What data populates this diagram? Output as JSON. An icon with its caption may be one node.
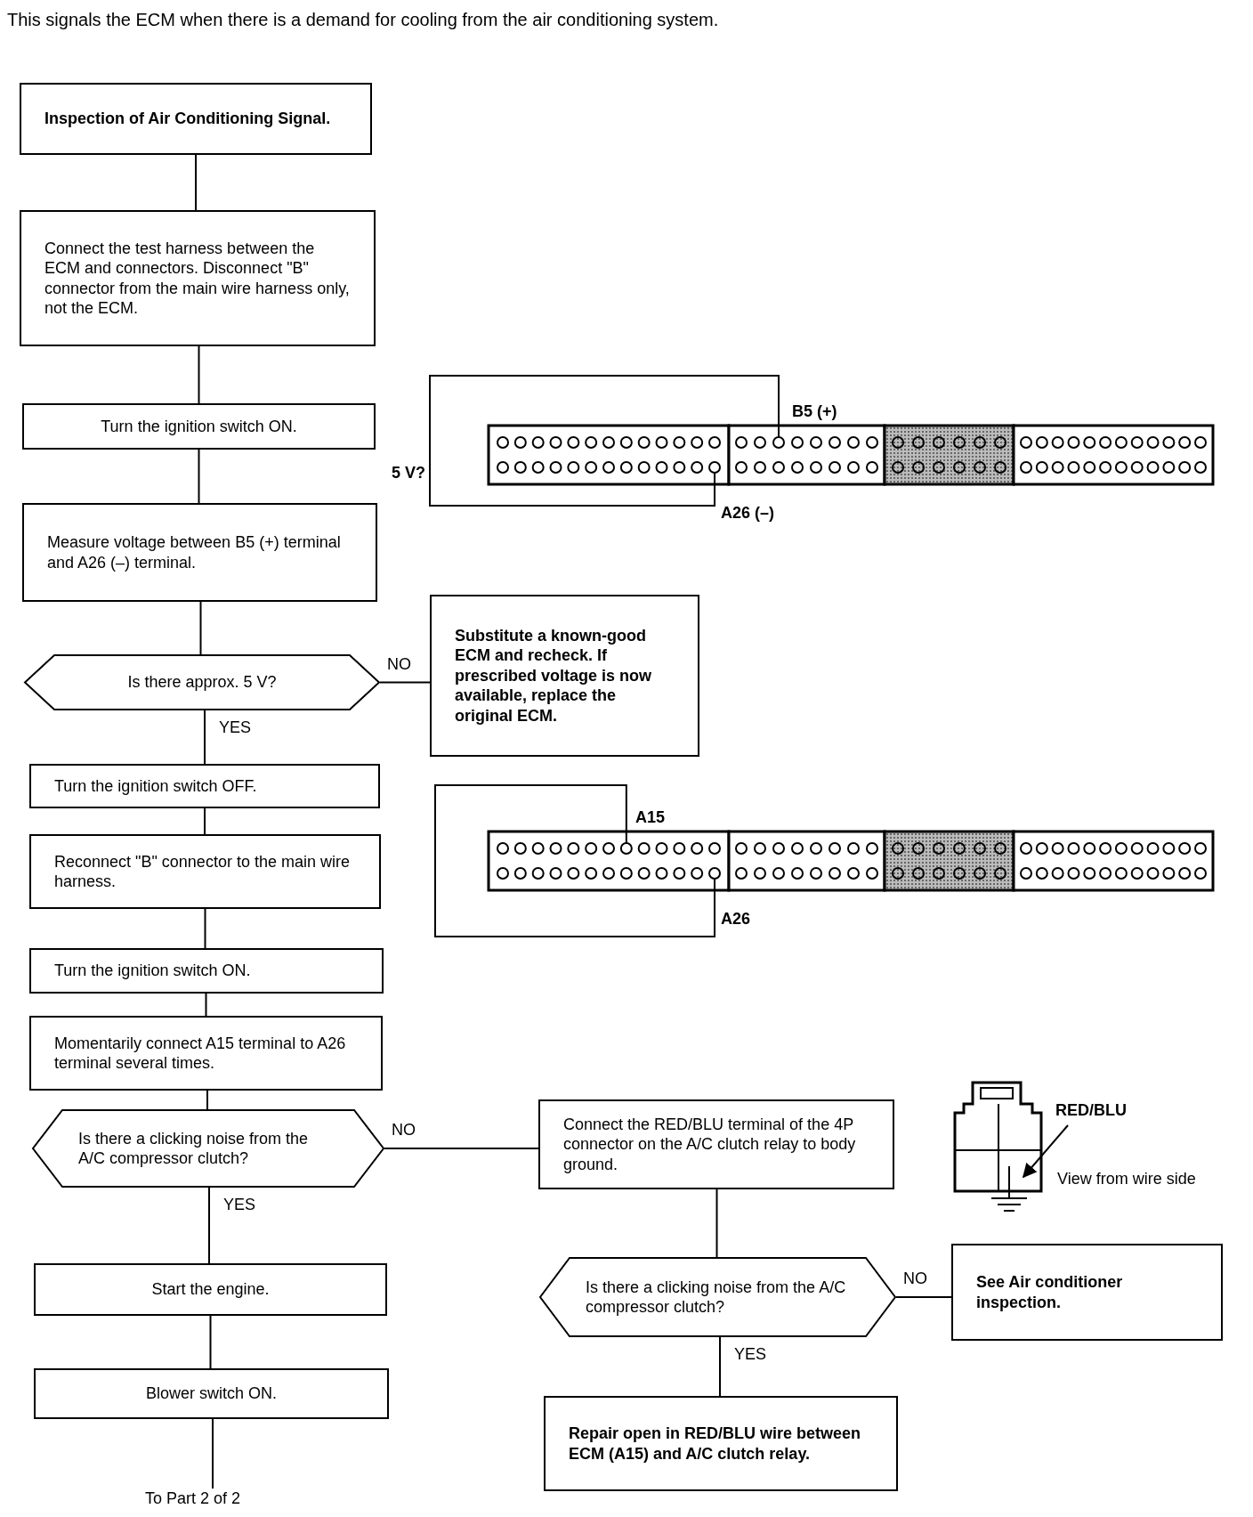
{
  "diagram": {
    "title": "This signals the ECM when there is a demand for cooling from the air conditioning system.",
    "nodes": [
      {
        "text": [
          "Inspection of Air Conditioning Signal."
        ]
      },
      {
        "text": [
          "Connect the test harness between the ECM and connectors. Disconnect \"B\" connector from the main wire harness only, not the ECM."
        ]
      },
      {
        "text": [
          "Turn the ignition switch ON."
        ]
      },
      {
        "text": [
          "Measure voltage between B5 (+) terminal and A26 (–) terminal."
        ]
      },
      {
        "text": [
          "Is there approx. 5 V?"
        ]
      },
      {
        "text": [
          "Substitute a known-good ECM and recheck. If prescribed voltage is now available, replace the original ECM."
        ]
      },
      {
        "text": [
          "Turn the ignition switch OFF."
        ]
      },
      {
        "text": [
          "Reconnect \"B\" connector to the main wire harness."
        ]
      },
      {
        "text": [
          "Turn the ignition switch ON."
        ]
      },
      {
        "text": [
          "Momentarily connect A15 terminal to A26 terminal several times."
        ]
      },
      {
        "text": [
          "Is there a clicking noise from the A/C compressor clutch?"
        ]
      },
      {
        "text": [
          "Connect the RED/BLU terminal of the 4P connector on the A/C clutch relay to body ground."
        ]
      },
      {
        "text": [
          "Start the engine."
        ]
      },
      {
        "text": [
          "Is there a clicking noise from the A/C compressor clutch?"
        ]
      },
      {
        "text": [
          "See Air conditioner inspection."
        ]
      },
      {
        "text": [
          "Blower switch ON."
        ]
      },
      {
        "text": [
          "Repair open in RED/BLU wire between ECM (A15) and A/C clutch relay."
        ]
      },
      {
        "text": [
          "To Part 2 of 2"
        ]
      },
      {
        "text": [
          "RED/BLU"
        ]
      }
    ],
    "edges": [
      {
        "from": 0,
        "to": 1,
        "arrow": "none"
      },
      {
        "from": 1,
        "to": 2,
        "arrow": "none"
      },
      {
        "from": 2,
        "to": 3,
        "arrow": "none"
      },
      {
        "from": 3,
        "to": 4,
        "arrow": "none"
      },
      {
        "from": 4,
        "to": 5,
        "arrow": "none",
        "label": "NO"
      },
      {
        "from": 4,
        "to": 6,
        "arrow": "none",
        "label": "YES"
      },
      {
        "from": 6,
        "to": 7,
        "arrow": "none"
      },
      {
        "from": 7,
        "to": 8,
        "arrow": "none"
      },
      {
        "from": 8,
        "to": 9,
        "arrow": "none"
      },
      {
        "from": 9,
        "to": 10,
        "arrow": "none"
      },
      {
        "from": 10,
        "to": 11,
        "arrow": "none",
        "label": "NO"
      },
      {
        "from": 10,
        "to": 12,
        "arrow": "none",
        "label": "YES"
      },
      {
        "from": 11,
        "to": 13,
        "arrow": "none"
      },
      {
        "from": 13,
        "to": 14,
        "arrow": "none",
        "label": "NO"
      },
      {
        "from": 13,
        "to": 16,
        "arrow": "none",
        "label": "YES"
      },
      {
        "from": 12,
        "to": 15,
        "arrow": "none"
      },
      {
        "from": 15,
        "to": 17,
        "arrow": "none"
      },
      {
        "from": 18,
        "to": null,
        "arrow": "to"
      }
    ],
    "labels": [
      "B5 (+)",
      "5 V?",
      "A26 (–)",
      "A15",
      "A26",
      "View from wire side"
    ]
  }
}
